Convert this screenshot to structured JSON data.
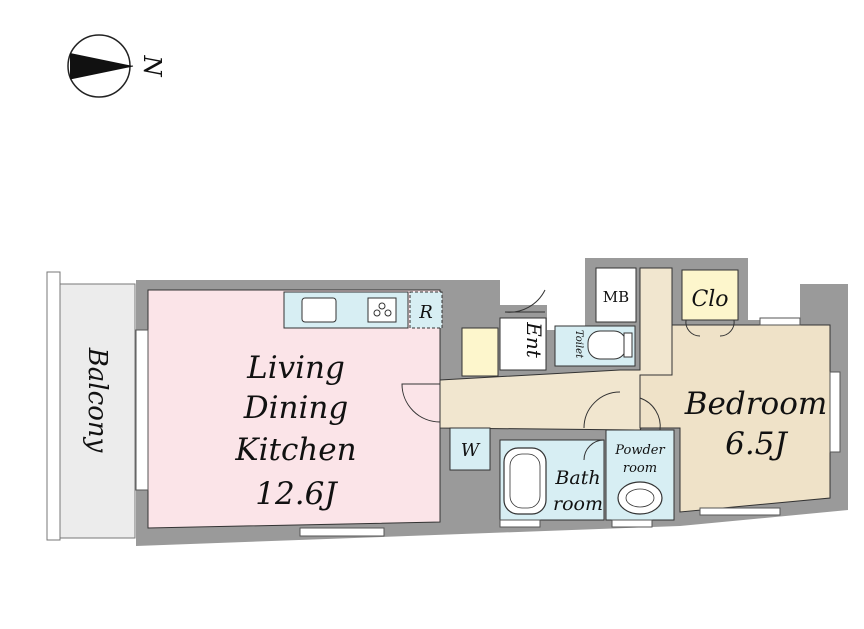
{
  "compass": {
    "label": "N"
  },
  "rooms": {
    "balcony": {
      "label": "Balcony"
    },
    "ldk": {
      "lines": [
        "Living",
        "Dining",
        "Kitchen",
        "12.6J"
      ]
    },
    "bedroom": {
      "lines": [
        "Bedroom",
        "6.5J"
      ]
    },
    "refrigerator": {
      "label": "R"
    },
    "entrance": {
      "label": "Ent"
    },
    "toilet": {
      "label": "Toilet"
    },
    "meter_box": {
      "label": "MB"
    },
    "closet": {
      "label": "Clo"
    },
    "washer": {
      "label": "W"
    },
    "bath": {
      "lines": [
        "Bath",
        "room"
      ]
    },
    "powder": {
      "lines": [
        "Powder",
        "room"
      ]
    }
  },
  "colors": {
    "wall": "#9a9a9a",
    "ldk": "#fbe4e8",
    "corridor": "#f1e6cf",
    "bedroom": "#efe2c8",
    "wet_area": "#d7eef3",
    "closet": "#fdf6cc",
    "balcony": "#ececec"
  }
}
